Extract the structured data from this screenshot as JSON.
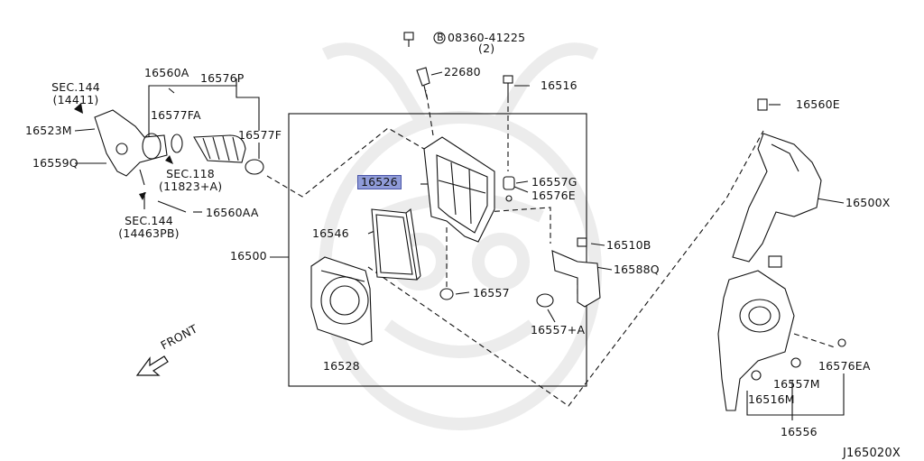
{
  "colors": {
    "line": "#111111",
    "highlight": "#8f9bd8",
    "watermark": "#e8e8e8"
  },
  "labels": {
    "p16560A": "16560A",
    "p16576P": "16576P",
    "sec144a_1": "SEC.144",
    "sec144a_2": "(14411)",
    "p16577FA": "16577FA",
    "p16523M": "16523M",
    "p16577F": "16577F",
    "p16559Q": "16559Q",
    "sec118_1": "SEC.118",
    "sec118_2": "(11823+A)",
    "p16560AA": "16560AA",
    "sec144b_1": "SEC.144",
    "sec144b_2": "(14463PB)",
    "bolt_ref": "08360-41225",
    "bolt_qty": "(2)",
    "bolt_b": "B",
    "p22680": "22680",
    "p16516": "16516",
    "p16560E": "16560E",
    "p16526": "16526",
    "p16557G": "16557G",
    "p16576E": "16576E",
    "p16500X": "16500X",
    "p16546": "16546",
    "p16510B": "16510B",
    "p16500": "16500",
    "p16588Q": "16588Q",
    "p16557": "16557",
    "p16557A": "16557+A",
    "p16528": "16528",
    "front": "FRONT",
    "p16576EA": "16576EA",
    "p16557M": "16557M",
    "p16516M": "16516M",
    "p16556": "16556",
    "diagram_code": "J165020X"
  }
}
